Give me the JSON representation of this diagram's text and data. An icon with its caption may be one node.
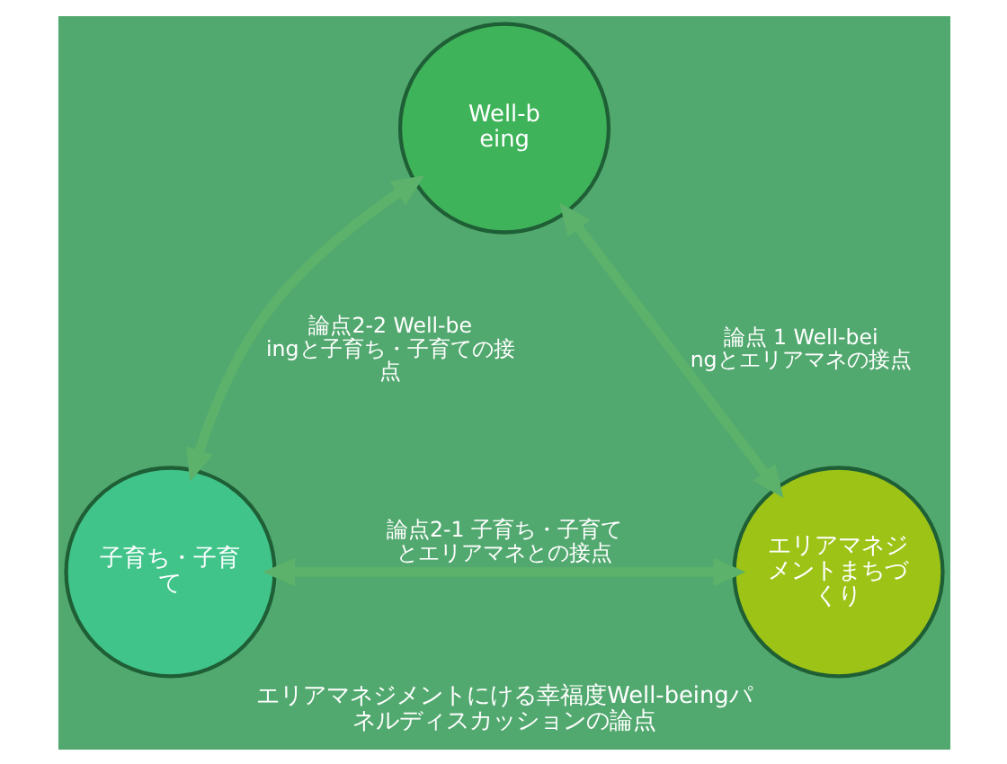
{
  "diagram": {
    "caption": "エリアマネジメントにける幸福度Well-beingパネルディスカッションの論点",
    "nodes": [
      {
        "text": [
          "Well-being"
        ]
      },
      {
        "text": [
          "子育ち・子育て"
        ]
      },
      {
        "text": [
          "エリアマネジメントまちづくり"
        ]
      }
    ],
    "edges": [
      {
        "from": 1,
        "to": 0,
        "arrow": "both",
        "label": "論点2-2 Well-beingと子育ち・子育ての接点"
      },
      {
        "from": 0,
        "to": 2,
        "arrow": "both",
        "label": "論点 1 Well-beingとエリアマネの接点"
      },
      {
        "from": 1,
        "to": 2,
        "arrow": "both",
        "label": "論点2-1 子育ち・子育てとエリアマネとの接点"
      }
    ]
  }
}
